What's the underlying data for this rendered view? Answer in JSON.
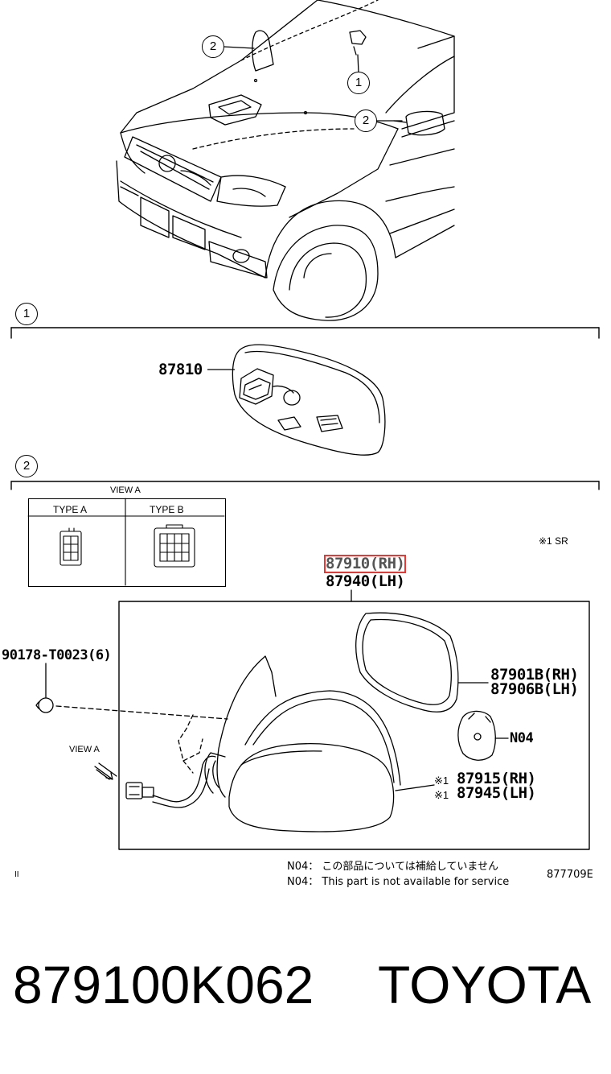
{
  "callouts": {
    "one_top": "1",
    "two_left": "2",
    "two_right": "2",
    "section_one": "1",
    "section_two": "2"
  },
  "view_a": {
    "title": "VIEW A",
    "type_a": "TYPE  A",
    "type_b": "TYPE  B",
    "arrow_label": "VIEW A"
  },
  "parts": {
    "inner_mirror": "87810",
    "mirror_rh": "87910(RH)",
    "mirror_lh": "87940(LH)",
    "clip": "90178-T0023(6)",
    "glass_rh": "87901B(RH)",
    "glass_lh": "87906B(LH)",
    "motor": "N04",
    "cover_rh": "87915(RH)",
    "cover_lh": "87945(LH)",
    "cover_rh_mark": "※1",
    "cover_lh_mark": "※1"
  },
  "notes": {
    "sr": "※1 SR",
    "n04_jp": "N04： この部品については補給していません",
    "n04_en": "N04： This part is not available for service",
    "diagram_code": "877709E",
    "corner_mark": "II"
  },
  "footer": {
    "part_number": "879100K062",
    "brand": "TOYOTA"
  },
  "colors": {
    "highlight": "#e53935",
    "line": "#000000"
  }
}
